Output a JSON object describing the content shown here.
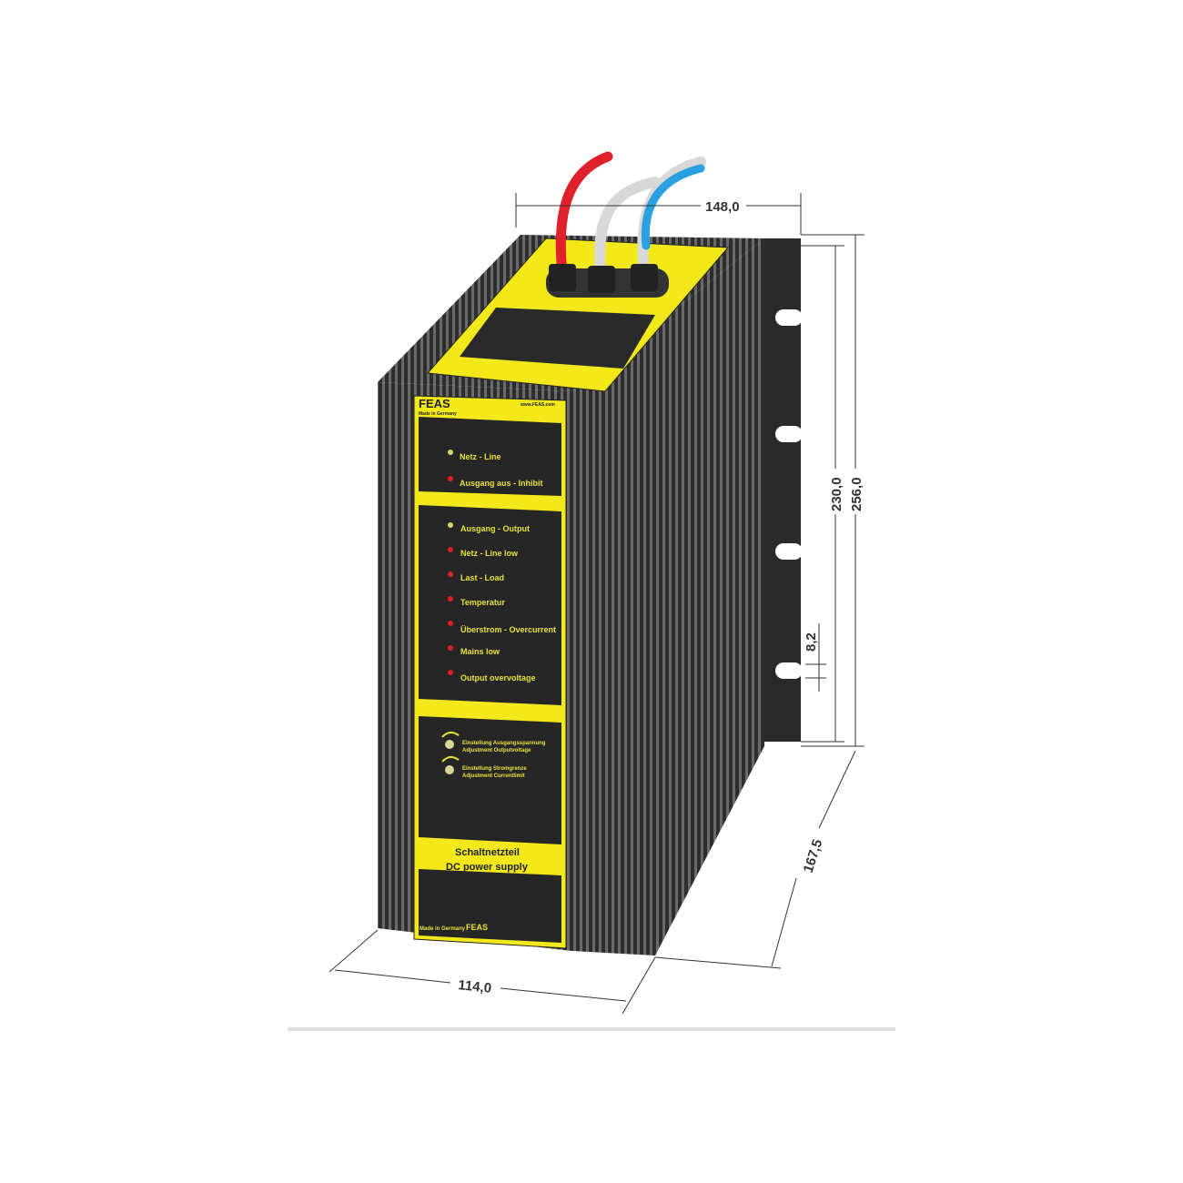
{
  "product": {
    "brand": "FEAS",
    "made_in": "Made in Germany",
    "website": "www.FEAS.com",
    "title_de": "Schaltnetzteil",
    "title_en": "DC power supply"
  },
  "indicators_top": [
    {
      "label": "Netz  -  Line",
      "color": "#d8d86a"
    },
    {
      "label": "Ausgang aus  -  Inhibit",
      "color": "#e02020"
    }
  ],
  "indicators_status": [
    {
      "label": "Ausgang  -  Output",
      "color": "#d8d86a"
    },
    {
      "label": "Netz  -  Line low",
      "color": "#e02020"
    },
    {
      "label": "Last  -  Load",
      "color": "#e02020"
    },
    {
      "label": "Temperatur",
      "color": "#e02020"
    },
    {
      "label": "Überstrom - Overcurrent",
      "color": "#e02020"
    },
    {
      "label": "Mains low",
      "color": "#e02020"
    },
    {
      "label": "Output overvoltage",
      "color": "#e02020"
    }
  ],
  "adjustments": [
    {
      "line1": "Einstellung Ausgangsspannung",
      "line2": "Adjustment Outputvoltage"
    },
    {
      "line1": "Einstellung Stromgrenze",
      "line2": "Adjustment Currentlimit"
    }
  ],
  "dimensions": {
    "width_top": "148,0",
    "height_inner": "230,0",
    "height_total": "256,0",
    "slot": "8,2",
    "depth": "167,5",
    "width_front": "114,0"
  },
  "colors": {
    "panel_yellow": "#f2e81a",
    "heatsink": "#3a3a3a",
    "cable_red": "#e0202a",
    "cable_blue": "#2aa0e0"
  }
}
